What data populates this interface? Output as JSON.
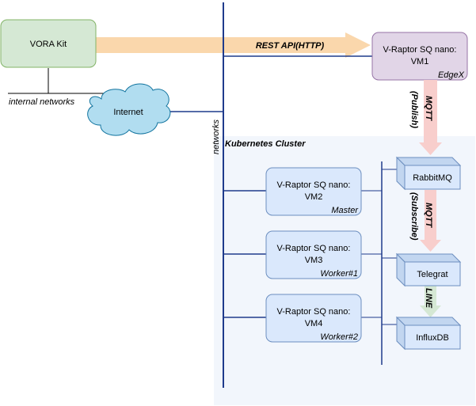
{
  "nodes": {
    "vora_kit": {
      "label": "VORA Kit"
    },
    "vm1": {
      "line1": "V-Raptor SQ nano:",
      "line2": "VM1",
      "tag": "EdgeX"
    },
    "internet": {
      "label": "Internet"
    },
    "vm2": {
      "line1": "V-Raptor SQ nano:",
      "line2": "VM2",
      "tag": "Master"
    },
    "vm3": {
      "line1": "V-Raptor SQ nano:",
      "line2": "VM3",
      "tag": "Worker#1"
    },
    "vm4": {
      "line1": "V-Raptor SQ nano:",
      "line2": "VM4",
      "tag": "Worker#2"
    },
    "rabbitmq": {
      "label": "RabbitMQ"
    },
    "telegrat": {
      "label": "Telegrat"
    },
    "influxdb": {
      "label": "InfluxDB"
    }
  },
  "labels": {
    "internal_networks": "internal networks",
    "networks": "networks",
    "cluster": "Kubernetes Cluster",
    "rest_api": "REST API(HTTP)",
    "mqtt_publish_proto": "MQTT",
    "mqtt_publish_action": "(Publish)",
    "mqtt_subscribe_proto": "MQTT",
    "mqtt_subscribe_action": "(Subscribe)",
    "line_proto": "LINE"
  },
  "colors": {
    "link_line": "#1f3b8c",
    "cluster_bg": "#f2f6fc",
    "vm_fill": "#dae8fc",
    "vm_stroke": "#6c8ebf",
    "vora_fill": "#d5e8d4",
    "vora_stroke": "#82b366",
    "edgex_fill": "#e1d5e7",
    "edgex_stroke": "#9673a6",
    "cloud_fill": "#b1ddf0",
    "cloud_stroke": "#10739e",
    "rest_arrow": "#fad7ac",
    "mqtt_arrow": "#f8cecc",
    "line_arrow": "#d5e8d4"
  }
}
